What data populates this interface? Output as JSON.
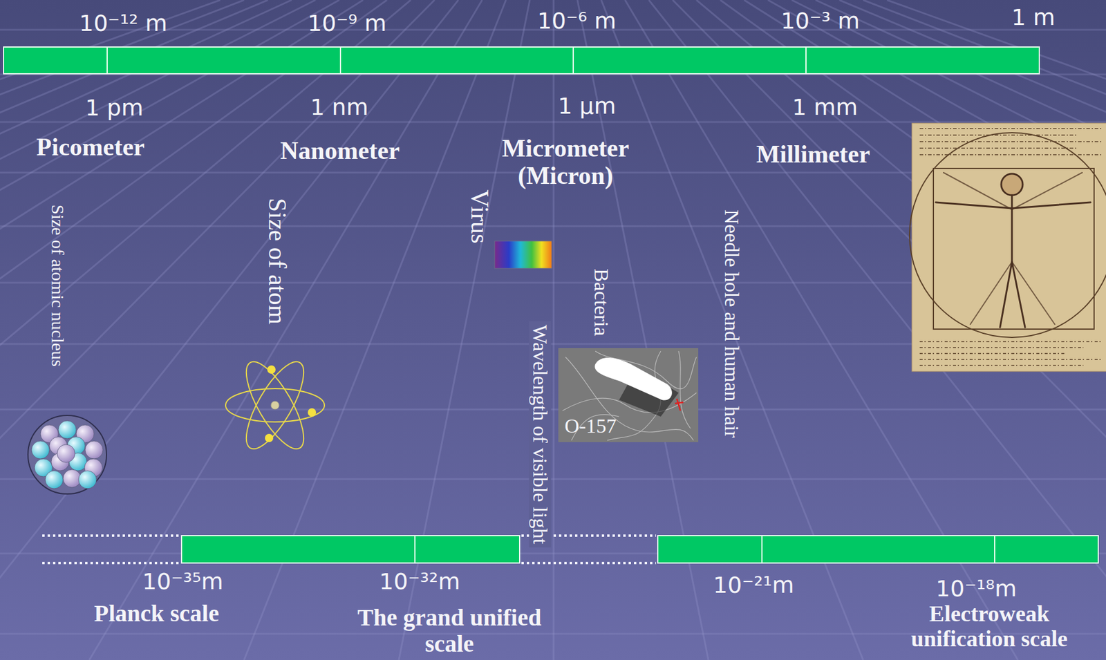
{
  "diagram": {
    "labels": [
      "10⁻¹² m",
      "10⁻⁹ m",
      "10⁻⁶ m",
      "10⁻³ m",
      "1 m",
      "1 pm",
      "1 nm",
      "1 μm",
      "1 mm",
      "Picometer",
      "Nanometer",
      "Micrometer (Micron)",
      "Millimeter",
      "Size of atomic nucleus",
      "Size of atom",
      "Virus",
      "Bacteria",
      "Wavelength of visible light",
      "O-157",
      "Needle hole and human hair",
      "10⁻³⁵m",
      "10⁻³²m",
      "10⁻²¹m",
      "10⁻¹⁸m",
      "Planck scale",
      "The grand unified scale",
      "Electroweak unification scale"
    ]
  }
}
